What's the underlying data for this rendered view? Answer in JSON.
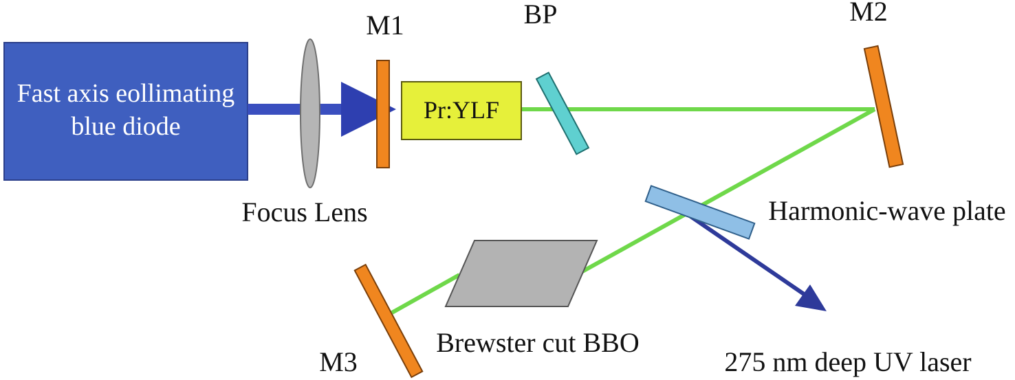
{
  "diode": {
    "line1": "Fast axis eollimating",
    "line2": "blue diode"
  },
  "lens": {
    "label": "Focus Lens"
  },
  "m1": {
    "label": "M1"
  },
  "crystal": {
    "label": "Pr:YLF"
  },
  "bp": {
    "label": "BP"
  },
  "m2": {
    "label": "M2"
  },
  "hwp": {
    "label": "Harmonic-wave plate"
  },
  "bbo": {
    "label": "Brewster cut BBO"
  },
  "m3": {
    "label": "M3"
  },
  "output": {
    "label": "275 nm deep UV laser"
  },
  "colors": {
    "diode_fill": "#3f5fbf",
    "pump_beam": "#3a4fbf",
    "green_beam": "#6fd84a",
    "mirror": "#f0861f",
    "crystal_fill": "#e6f03a",
    "bp_fill": "#5fd0d0",
    "hwp_fill": "#8fbfe6",
    "bbo_fill": "#b3b3b3",
    "uv_beam": "#2e3a9a",
    "lens_fill": "#b5b5b5"
  }
}
